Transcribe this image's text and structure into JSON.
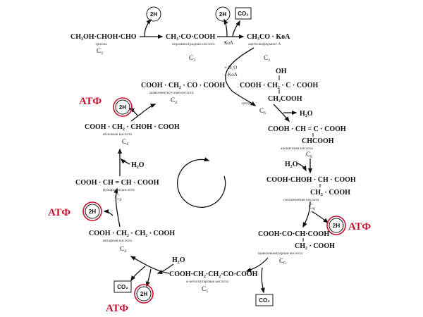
{
  "colors": {
    "atf": "#c8102e",
    "ink": "#111111"
  },
  "top": {
    "triose": {
      "formula": "CH₂OH·CHOH·CHO",
      "name": "триозы",
      "count": "C₃"
    },
    "pyruvate": {
      "formula": "CH₃·CO·COOH",
      "name": "пировиноградная кислота",
      "count": "C₃"
    },
    "acetyl": {
      "formula": "CH₃CO · KoA",
      "name": "ацетилкофермент А",
      "count": "C₂"
    },
    "koa_label": "КоА",
    "h2o_label": "+ H₂O",
    "minus_koa_label": "– KoA"
  },
  "bubbles": {
    "two_h": "2H",
    "co2": "CO₂"
  },
  "atf": "АТФ",
  "water": "H₂O",
  "compounds": {
    "citrate": {
      "oh": "OH",
      "main": "COOH · CH₂ · C · COOH",
      "bottom": "CH₂COOH",
      "name": "цитрат",
      "count": "C₆"
    },
    "aconitate": {
      "main": "COOH · CH = C · COOH",
      "bottom": "CHCOOH",
      "name": "аконитовая кислота",
      "count": "C₆"
    },
    "isocitrate": {
      "main": "COOH·CHOH · CH · COOH",
      "bottom": "CH₂ · COOH",
      "name": "изолимонная кислота",
      "count": "C₆"
    },
    "oxalosuccinate": {
      "main": "COOH·CO·CH·COOH",
      "bottom": "CH₂ · COOH",
      "name": "щавелевоянтарная кислота",
      "count": "C₆"
    },
    "ketoglutarate": {
      "main": "COOH·CH₂·CH₂·CO·COOH",
      "name": "α-кетоглутаровая кислота",
      "count": "C₅"
    },
    "succinate": {
      "main": "COOH · CH₂ · CH₂ · COOH",
      "name": "янтарная кислота",
      "count": "C₄"
    },
    "fumarate": {
      "main": "COOH · CH = CH · COOH",
      "name": "фумаровая кислота",
      "count": "C₄"
    },
    "malate": {
      "main": "COOH · CH₂ · CHOH · COOH",
      "name": "яблочная кислота",
      "count": "C₄"
    },
    "oxaloacetate": {
      "main": "COOH · CH₂ · CO · COOH",
      "name": "щавелевоуксусная кислота",
      "count": "C₄"
    }
  }
}
